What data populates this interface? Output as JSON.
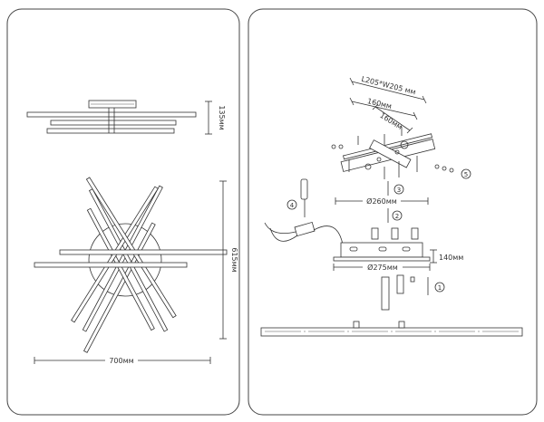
{
  "dimensions": {
    "height_side": "135мм",
    "height_top": "615мм",
    "width_top": "700мм",
    "plate_size": "L205*W205 мм",
    "arm_a": "160мм",
    "arm_b": "160мм",
    "mount_diameter": "Ø260мм",
    "base_diameter": "Ø275мм",
    "base_height": "140мм"
  },
  "steps": [
    "1",
    "2",
    "3",
    "4",
    "5"
  ],
  "colors": {
    "line": "#333333",
    "panel_border": "#444444"
  }
}
